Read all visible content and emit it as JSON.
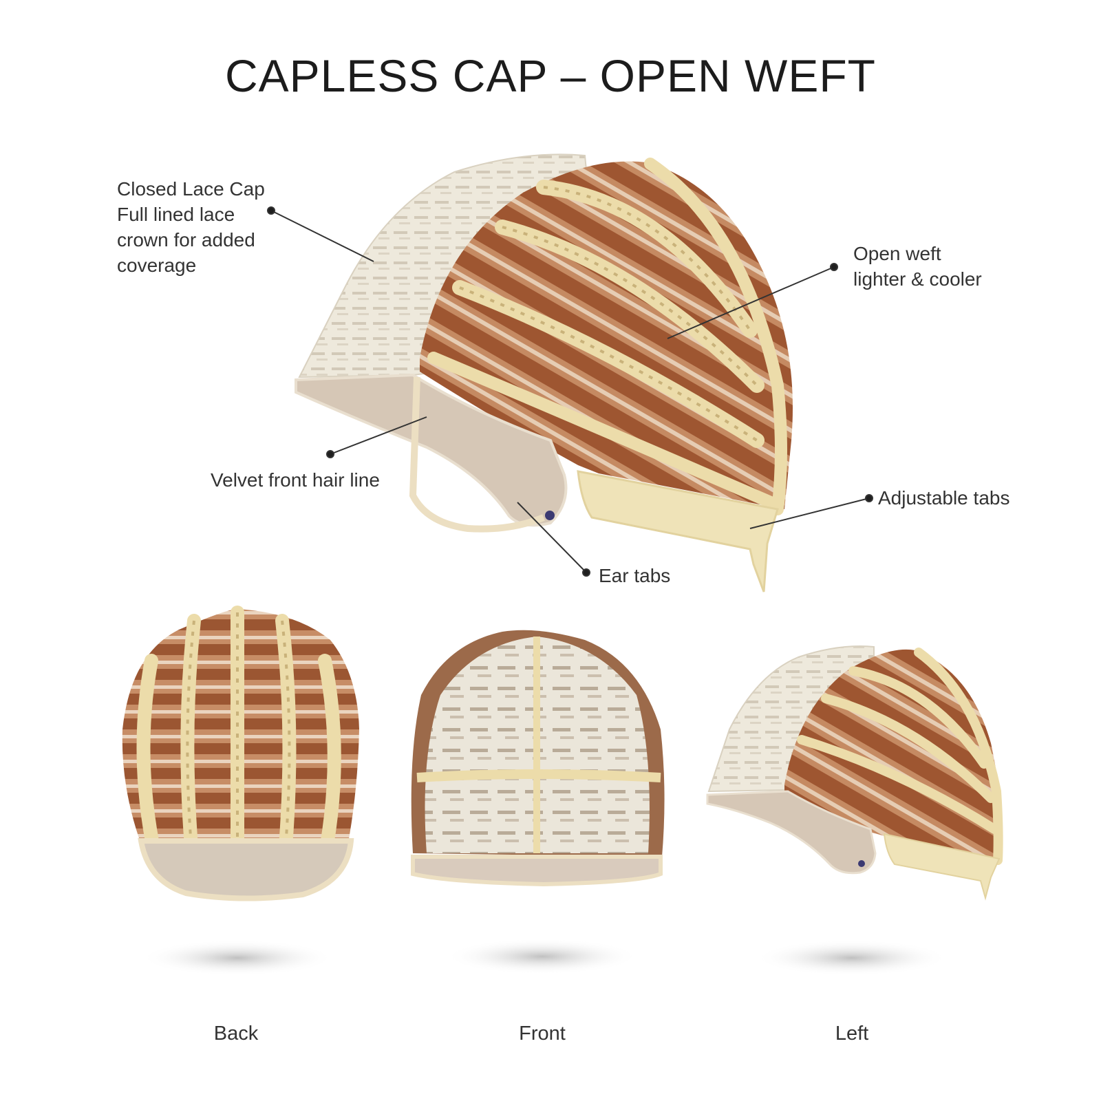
{
  "title": "CAPLESS CAP – OPEN WEFT",
  "callouts": {
    "closed_lace": [
      "Closed Lace Cap",
      "Full lined lace",
      "crown for added",
      "coverage"
    ],
    "open_weft": [
      "Open weft",
      "lighter & cooler"
    ],
    "velvet": "Velvet front hair line",
    "adjustable": "Adjustable tabs",
    "ear_tabs": "Ear tabs"
  },
  "views": [
    "Back",
    "Front",
    "Left"
  ],
  "colors": {
    "lace": "#ece6d6",
    "weft_band": "#ecdcaa",
    "hair": "#a05a35",
    "hair_light": "#d8b59a",
    "velvet": "#d3c3b2",
    "text": "#333333"
  }
}
